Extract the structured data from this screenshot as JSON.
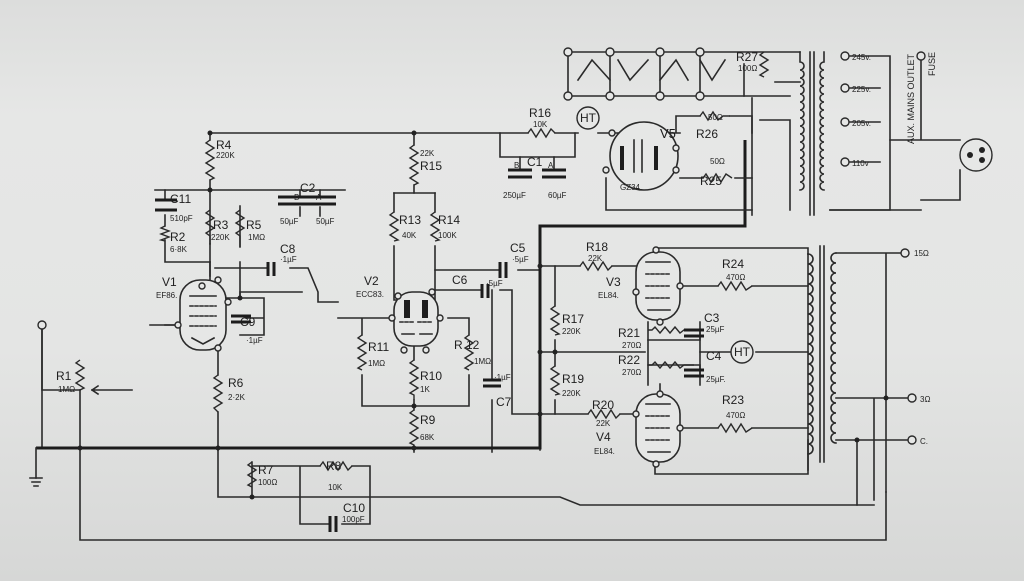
{
  "components": {
    "R1": {
      "ref": "R1",
      "value": "1MΩ"
    },
    "R2": {
      "ref": "R2",
      "value": "6·8K"
    },
    "R3": {
      "ref": "R3",
      "value": "220K"
    },
    "R4": {
      "ref": "R4",
      "value": "220K"
    },
    "R5": {
      "ref": "R5",
      "value": "1MΩ"
    },
    "R6": {
      "ref": "R6",
      "value": "2·2K"
    },
    "R7": {
      "ref": "R7",
      "value": "100Ω"
    },
    "R8": {
      "ref": "R8",
      "value": "10K"
    },
    "R9": {
      "ref": "R9",
      "value": "68K"
    },
    "R10": {
      "ref": "R10",
      "value": "1K"
    },
    "R11": {
      "ref": "R11",
      "value": "1MΩ"
    },
    "R12": {
      "ref": "R 12",
      "value": "1MΩ"
    },
    "R13": {
      "ref": "R13",
      "value": "40K"
    },
    "R14": {
      "ref": "R14",
      "value": "100K"
    },
    "R15": {
      "ref": "R15",
      "value": "22K"
    },
    "R16": {
      "ref": "R16",
      "value": "10K"
    },
    "R17": {
      "ref": "R17",
      "value": "220K"
    },
    "R18": {
      "ref": "R18",
      "value": "22K"
    },
    "R19": {
      "ref": "R19",
      "value": "220K"
    },
    "R20": {
      "ref": "R20",
      "value": "22K"
    },
    "R21": {
      "ref": "R21",
      "value": "270Ω"
    },
    "R22": {
      "ref": "R22",
      "value": "270Ω"
    },
    "R23": {
      "ref": "R23",
      "value": "470Ω"
    },
    "R24": {
      "ref": "R24",
      "value": "470Ω"
    },
    "R25": {
      "ref": "R25",
      "value": "50Ω"
    },
    "R26": {
      "ref": "R26",
      "value": "50Ω"
    },
    "R27": {
      "ref": "R27",
      "value": "100Ω"
    },
    "C1": {
      "ref": "C1",
      "value_b": "250µF",
      "value_a": "60µF",
      "pin_b": "B",
      "pin_a": "A"
    },
    "C2": {
      "ref": "C2",
      "value_b": "50µF",
      "value_a": "50µF",
      "pin_b": "B",
      "pin_a": "A"
    },
    "C3": {
      "ref": "C3",
      "value": "25µF"
    },
    "C4": {
      "ref": "C4",
      "value": "25µF."
    },
    "C5": {
      "ref": "C5",
      "value": "·5µF"
    },
    "C6": {
      "ref": "C6",
      "value": "·5µF"
    },
    "C7": {
      "ref": "C7",
      "value": "·1µF"
    },
    "C8": {
      "ref": "C8",
      "value": "·1µF"
    },
    "C9": {
      "ref": "C9",
      "value": "·1µF"
    },
    "C10": {
      "ref": "C10",
      "value": "100pF"
    },
    "C11": {
      "ref": "C11",
      "value": "510pF"
    },
    "V1": {
      "ref": "V1",
      "type": "EF86."
    },
    "V2": {
      "ref": "V2",
      "type": "ECC83."
    },
    "V3": {
      "ref": "V3",
      "type": "EL84."
    },
    "V4": {
      "ref": "V4",
      "type": "EL84."
    },
    "V5": {
      "ref": "V5",
      "type": "GZ34."
    }
  },
  "ht_label": "HT",
  "mains_taps": [
    "245v.",
    "225v.",
    "205v.",
    "110v"
  ],
  "outputs": [
    "15Ω",
    "3Ω",
    "C."
  ],
  "mains_outlet": "AUX. MAINS OUTLET",
  "fuse": "FUSE"
}
